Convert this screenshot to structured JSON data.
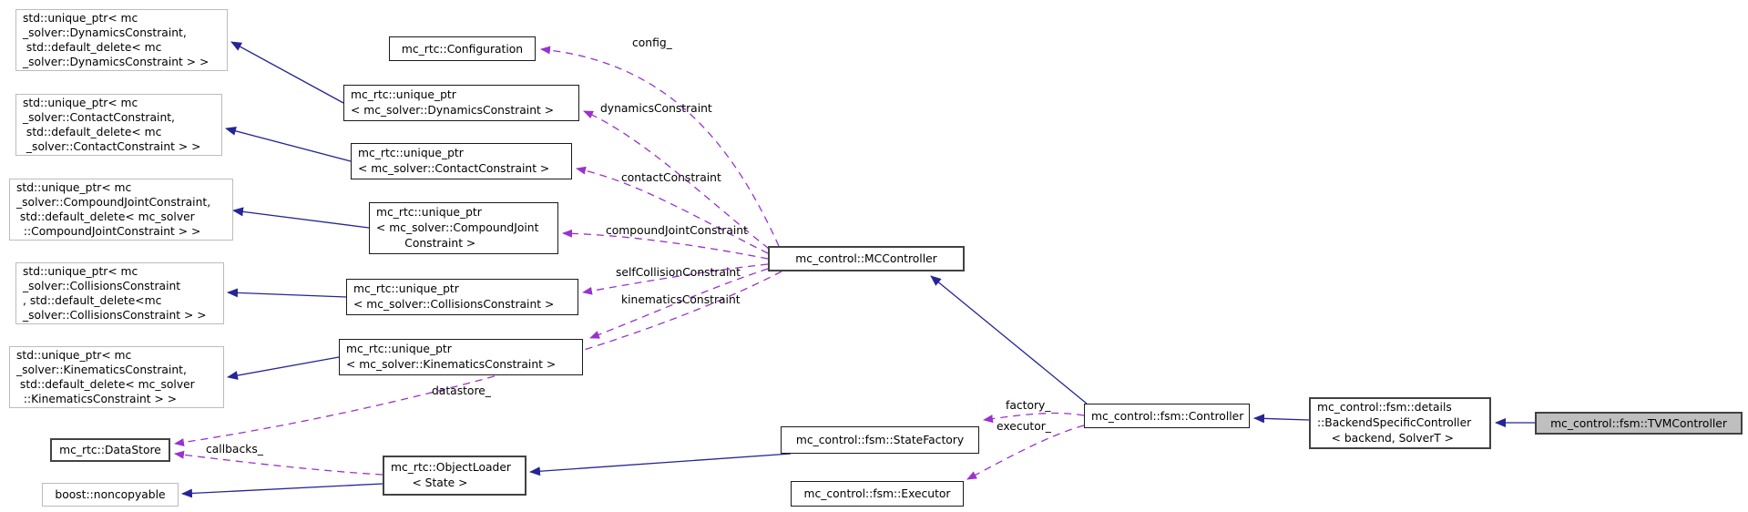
{
  "colors": {
    "inheritance_edge": "#252596",
    "usage_edge": "#9a32cd",
    "highlight_node_fill": "#bfbfbf",
    "undocumented_node_border": "#bcbcbc",
    "node_border": "#1a1a1a"
  },
  "nodes": [
    {
      "id": "std_dynamics",
      "lines": [
        "std::unique_ptr< mc",
        "_solver::DynamicsConstraint,",
        " std::default_delete< mc",
        "_solver::DynamicsConstraint > >"
      ]
    },
    {
      "id": "std_contact",
      "lines": [
        "std::unique_ptr< mc",
        "_solver::ContactConstraint,",
        " std::default_delete< mc",
        " _solver::ContactConstraint > >"
      ]
    },
    {
      "id": "std_compound",
      "lines": [
        "std::unique_ptr< mc",
        "_solver::CompoundJointConstraint,",
        " std::default_delete< mc_solver",
        "  ::CompoundJointConstraint > >"
      ]
    },
    {
      "id": "std_collisions",
      "lines": [
        "std::unique_ptr< mc",
        "_solver::CollisionsConstraint",
        ", std::default_delete<mc",
        "_solver::CollisionsConstraint > >"
      ]
    },
    {
      "id": "std_kinematics",
      "lines": [
        "std::unique_ptr< mc",
        "_solver::KinematicsConstraint,",
        " std::default_delete< mc_solver",
        "  ::KinematicsConstraint > >"
      ]
    },
    {
      "id": "configuration",
      "lines": [
        "mc_rtc::Configuration"
      ]
    },
    {
      "id": "uptr_dynamics",
      "lines": [
        "mc_rtc::unique_ptr",
        "< mc_solver::DynamicsConstraint >"
      ]
    },
    {
      "id": "uptr_contact",
      "lines": [
        "mc_rtc::unique_ptr",
        "< mc_solver::ContactConstraint >"
      ]
    },
    {
      "id": "uptr_compound",
      "lines": [
        "mc_rtc::unique_ptr",
        "< mc_solver::CompoundJoint",
        "        Constraint >"
      ]
    },
    {
      "id": "uptr_collisions",
      "lines": [
        "mc_rtc::unique_ptr",
        "< mc_solver::CollisionsConstraint >"
      ]
    },
    {
      "id": "uptr_kinematics",
      "lines": [
        "mc_rtc::unique_ptr",
        "< mc_solver::KinematicsConstraint >"
      ]
    },
    {
      "id": "mccontroller",
      "lines": [
        "mc_control::MCController"
      ]
    },
    {
      "id": "datastore",
      "lines": [
        "mc_rtc::DataStore"
      ]
    },
    {
      "id": "objectloader",
      "lines": [
        "mc_rtc::ObjectLoader",
        "      < State >"
      ]
    },
    {
      "id": "noncopyable",
      "lines": [
        "boost::noncopyable"
      ]
    },
    {
      "id": "statefactory",
      "lines": [
        "mc_control::fsm::StateFactory"
      ]
    },
    {
      "id": "executor",
      "lines": [
        "mc_control::fsm::Executor"
      ]
    },
    {
      "id": "controller",
      "lines": [
        "mc_control::fsm::Controller"
      ]
    },
    {
      "id": "backend",
      "lines": [
        "mc_control::fsm::details",
        "::BackendSpecificController",
        "    < backend, SolverT >"
      ]
    },
    {
      "id": "tvm",
      "lines": [
        "mc_control::fsm::TVMController"
      ]
    }
  ],
  "edges": [
    {
      "from": "mc_control::MCController",
      "to": "mc_rtc::Configuration",
      "label": "config_",
      "type": "usage"
    },
    {
      "from": "mc_control::MCController",
      "to": "mc_rtc::unique_ptr< mc_solver::DynamicsConstraint >",
      "label": "dynamicsConstraint",
      "type": "usage"
    },
    {
      "from": "mc_control::MCController",
      "to": "mc_rtc::unique_ptr< mc_solver::ContactConstraint >",
      "label": "contactConstraint",
      "type": "usage"
    },
    {
      "from": "mc_control::MCController",
      "to": "mc_rtc::unique_ptr< mc_solver::CompoundJointConstraint >",
      "label": "compoundJointConstraint",
      "type": "usage"
    },
    {
      "from": "mc_control::MCController",
      "to": "mc_rtc::unique_ptr< mc_solver::CollisionsConstraint >",
      "label": "selfCollisionConstraint",
      "type": "usage"
    },
    {
      "from": "mc_control::MCController",
      "to": "mc_rtc::unique_ptr< mc_solver::KinematicsConstraint >",
      "label": "kinematicsConstraint",
      "type": "usage"
    },
    {
      "from": "mc_control::MCController",
      "to": "mc_rtc::DataStore",
      "label": "datastore_",
      "type": "usage"
    },
    {
      "from": "mc_rtc::ObjectLoader< State >",
      "to": "mc_rtc::DataStore",
      "label": "callbacks_",
      "type": "usage"
    },
    {
      "from": "mc_control::fsm::Controller",
      "to": "mc_control::fsm::StateFactory",
      "label": "factory_",
      "type": "usage"
    },
    {
      "from": "mc_control::fsm::Controller",
      "to": "mc_control::fsm::Executor",
      "label": "executor_",
      "type": "usage"
    },
    {
      "from": "mc_rtc::unique_ptr< mc_solver::DynamicsConstraint >",
      "to": "std::unique_ptr< mc_solver::DynamicsConstraint, std::default_delete< mc_solver::DynamicsConstraint > >",
      "label": "",
      "type": "inheritance"
    },
    {
      "from": "mc_rtc::unique_ptr< mc_solver::ContactConstraint >",
      "to": "std::unique_ptr< mc_solver::ContactConstraint, std::default_delete< mc_solver::ContactConstraint > >",
      "label": "",
      "type": "inheritance"
    },
    {
      "from": "mc_rtc::unique_ptr< mc_solver::CompoundJointConstraint >",
      "to": "std::unique_ptr< mc_solver::CompoundJointConstraint, std::default_delete< mc_solver::CompoundJointConstraint > >",
      "label": "",
      "type": "inheritance"
    },
    {
      "from": "mc_rtc::unique_ptr< mc_solver::CollisionsConstraint >",
      "to": "std::unique_ptr< mc_solver::CollisionsConstraint, std::default_delete< mc_solver::CollisionsConstraint > >",
      "label": "",
      "type": "inheritance"
    },
    {
      "from": "mc_rtc::unique_ptr< mc_solver::KinematicsConstraint >",
      "to": "std::unique_ptr< mc_solver::KinematicsConstraint, std::default_delete< mc_solver::KinematicsConstraint > >",
      "label": "",
      "type": "inheritance"
    },
    {
      "from": "mc_rtc::ObjectLoader< State >",
      "to": "boost::noncopyable",
      "label": "",
      "type": "inheritance"
    },
    {
      "from": "mc_control::fsm::StateFactory",
      "to": "mc_rtc::ObjectLoader< State >",
      "label": "",
      "type": "inheritance"
    },
    {
      "from": "mc_control::fsm::Controller",
      "to": "mc_control::MCController",
      "label": "",
      "type": "inheritance"
    },
    {
      "from": "mc_control::fsm::details::BackendSpecificController< backend, SolverT >",
      "to": "mc_control::fsm::Controller",
      "label": "",
      "type": "inheritance"
    },
    {
      "from": "mc_control::fsm::TVMController",
      "to": "mc_control::fsm::details::BackendSpecificController< backend, SolverT >",
      "label": "",
      "type": "inheritance"
    }
  ]
}
